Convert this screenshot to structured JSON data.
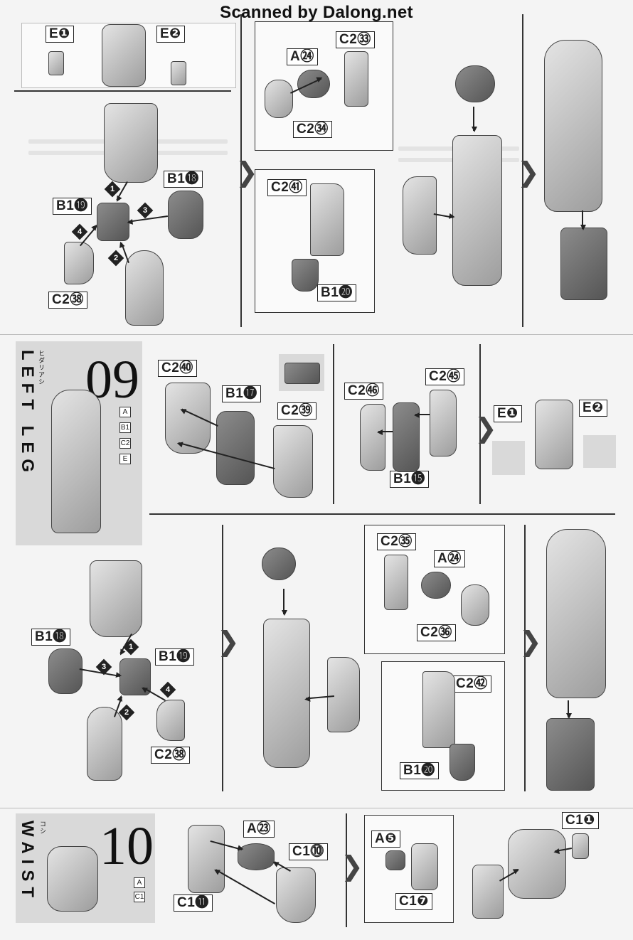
{
  "watermark": "Scanned by Dalong.net",
  "section_top": {
    "labels": {
      "e1": "E❶",
      "e2": "E❷",
      "b18": "B1⓲",
      "b19": "B1⓳",
      "c38": "C2㊳",
      "a24": "A㉔",
      "c33": "C2㉝",
      "c34": "C2㉞",
      "c41": "C2㊶",
      "b20": "B1⓴"
    },
    "steps": [
      "1",
      "2",
      "3",
      "4"
    ]
  },
  "section_09": {
    "number": "09",
    "title": "LEFT LEG",
    "kana": "ヒダリアシ",
    "runners": [
      "A",
      "B1",
      "C2",
      "E"
    ],
    "labels": {
      "c40": "C2㊵",
      "b17": "B1⓱",
      "c39": "C2㊴",
      "c46": "C2㊻",
      "c45": "C2㊺",
      "b15": "B1⓯",
      "e1": "E❶",
      "e2": "E❷"
    }
  },
  "section_09_lower": {
    "labels": {
      "b18": "B1⓲",
      "b19": "B1⓳",
      "c38": "C2㊳",
      "c35": "C2㉟",
      "a24": "A㉔",
      "c36": "C2㊱",
      "c42": "C2㊷",
      "b20": "B1⓴"
    },
    "steps": [
      "1",
      "2",
      "3",
      "4"
    ]
  },
  "section_10": {
    "number": "10",
    "title": "WAIST",
    "kana": "コシ",
    "runners": [
      "A",
      "C1"
    ],
    "labels": {
      "a23": "A㉓",
      "c10": "C1⓾",
      "c11": "C1⓫",
      "a5": "A❺",
      "c7": "C1❼",
      "c1": "C1❶"
    }
  },
  "colors": {
    "line": "#333333",
    "background": "#f4f4f4",
    "panel": "#d9d9d9"
  }
}
